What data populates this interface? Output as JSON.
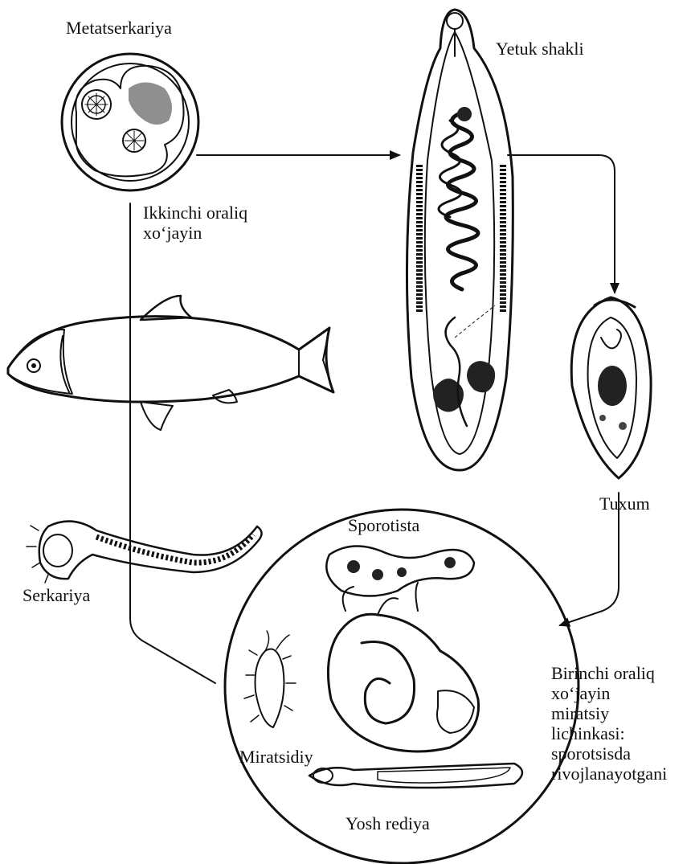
{
  "title": "",
  "labels": {
    "metatserkariya": "Metatserkariya",
    "yetuk_shakli": "Yetuk shakli",
    "ikkinchi_oraliq_line1": "Ikkinchi oraliq",
    "ikkinchi_oraliq_line2": "xo‘jayin",
    "tuxum": "Tuxum",
    "serkariya": "Serkariya",
    "sporotista": "Sporotista",
    "miratsidiy": "Miratsidiy",
    "yosh_rediya": "Yosh rediya",
    "birinchi_line1": "Birinchi oraliq",
    "birinchi_line2": "xo‘jayin",
    "birinchi_line3": "miratsiy",
    "birinchi_line4": "lichinkasi:",
    "birinchi_line5": "sporotsisda",
    "birinchi_line6": "rivojlanayotgani"
  },
  "colors": {
    "ink": "#111111",
    "background": "#ffffff"
  }
}
